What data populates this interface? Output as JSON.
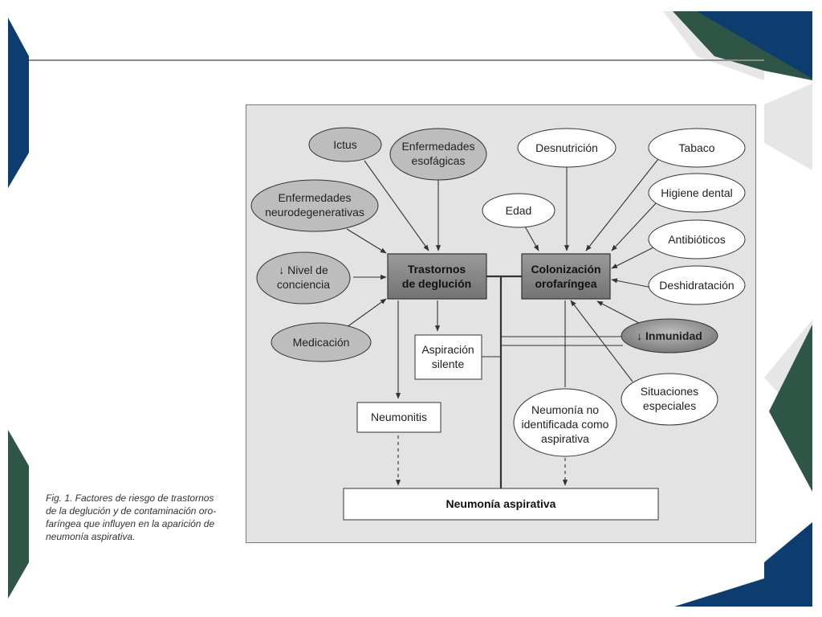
{
  "caption": {
    "lines": [
      "Fig. 1. Factores de riesgo de trastornos",
      "de la deglución y de contaminación oro-",
      "faríngea que influyen en la aparición de",
      "neumonía aspirativa."
    ]
  },
  "nodes": {
    "ictus": "Ictus",
    "enf_esofagicas_1": "Enfermedades",
    "enf_esofagicas_2": "esofágicas",
    "desnutricion": "Desnutrición",
    "tabaco": "Tabaco",
    "enf_neuro_1": "Enfermedades",
    "enf_neuro_2": "neurodegenerativas",
    "edad": "Edad",
    "higiene": "Higiene dental",
    "antibioticos": "Antibióticos",
    "nivel_1": "↓ Nivel de",
    "nivel_2": "conciencia",
    "trastornos_1": "Trastornos",
    "trastornos_2": "de deglución",
    "colonizacion_1": "Colonización",
    "colonizacion_2": "orofaríngea",
    "deshidratacion": "Deshidratación",
    "inmunidad": "↓ Inmunidad",
    "medicacion": "Medicación",
    "aspiracion_1": "Aspiración",
    "aspiracion_2": "silente",
    "situaciones_1": "Situaciones",
    "situaciones_2": "especiales",
    "neumonitis": "Neumonitis",
    "no_identificada_1": "Neumonía no",
    "no_identificada_2": "identificada como",
    "no_identificada_3": "aspirativa",
    "neumonia_aspirativa": "Neumonía aspirativa"
  },
  "colors": {
    "navy": "#0d3d6e",
    "green": "#2e5545",
    "light_gray": "#e6e6e6",
    "panel": "#e3e3e3",
    "node_gray": "#bdbdbd",
    "box_dark": "#7d7d7d"
  }
}
